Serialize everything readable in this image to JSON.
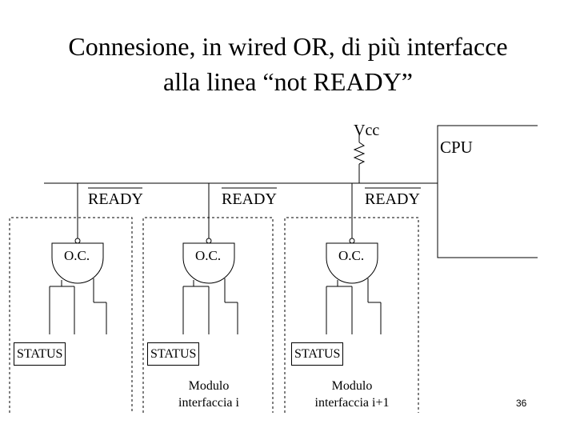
{
  "title": {
    "line1": "Connesione, in wired OR, di più interfacce",
    "line2": "alla linea “not READY”"
  },
  "diagram": {
    "vcc_label": "Vcc",
    "cpu_label": "CPU",
    "ready_label": "READY",
    "gate_label": "O.C.",
    "status_label": "STATUS",
    "modules": [
      {
        "label_line1": "",
        "label_line2": ""
      },
      {
        "label_line1": "Modulo",
        "label_line2": "interfaccia i"
      },
      {
        "label_line1": "Modulo",
        "label_line2": "interfaccia i+1"
      }
    ]
  },
  "page_number": "36"
}
